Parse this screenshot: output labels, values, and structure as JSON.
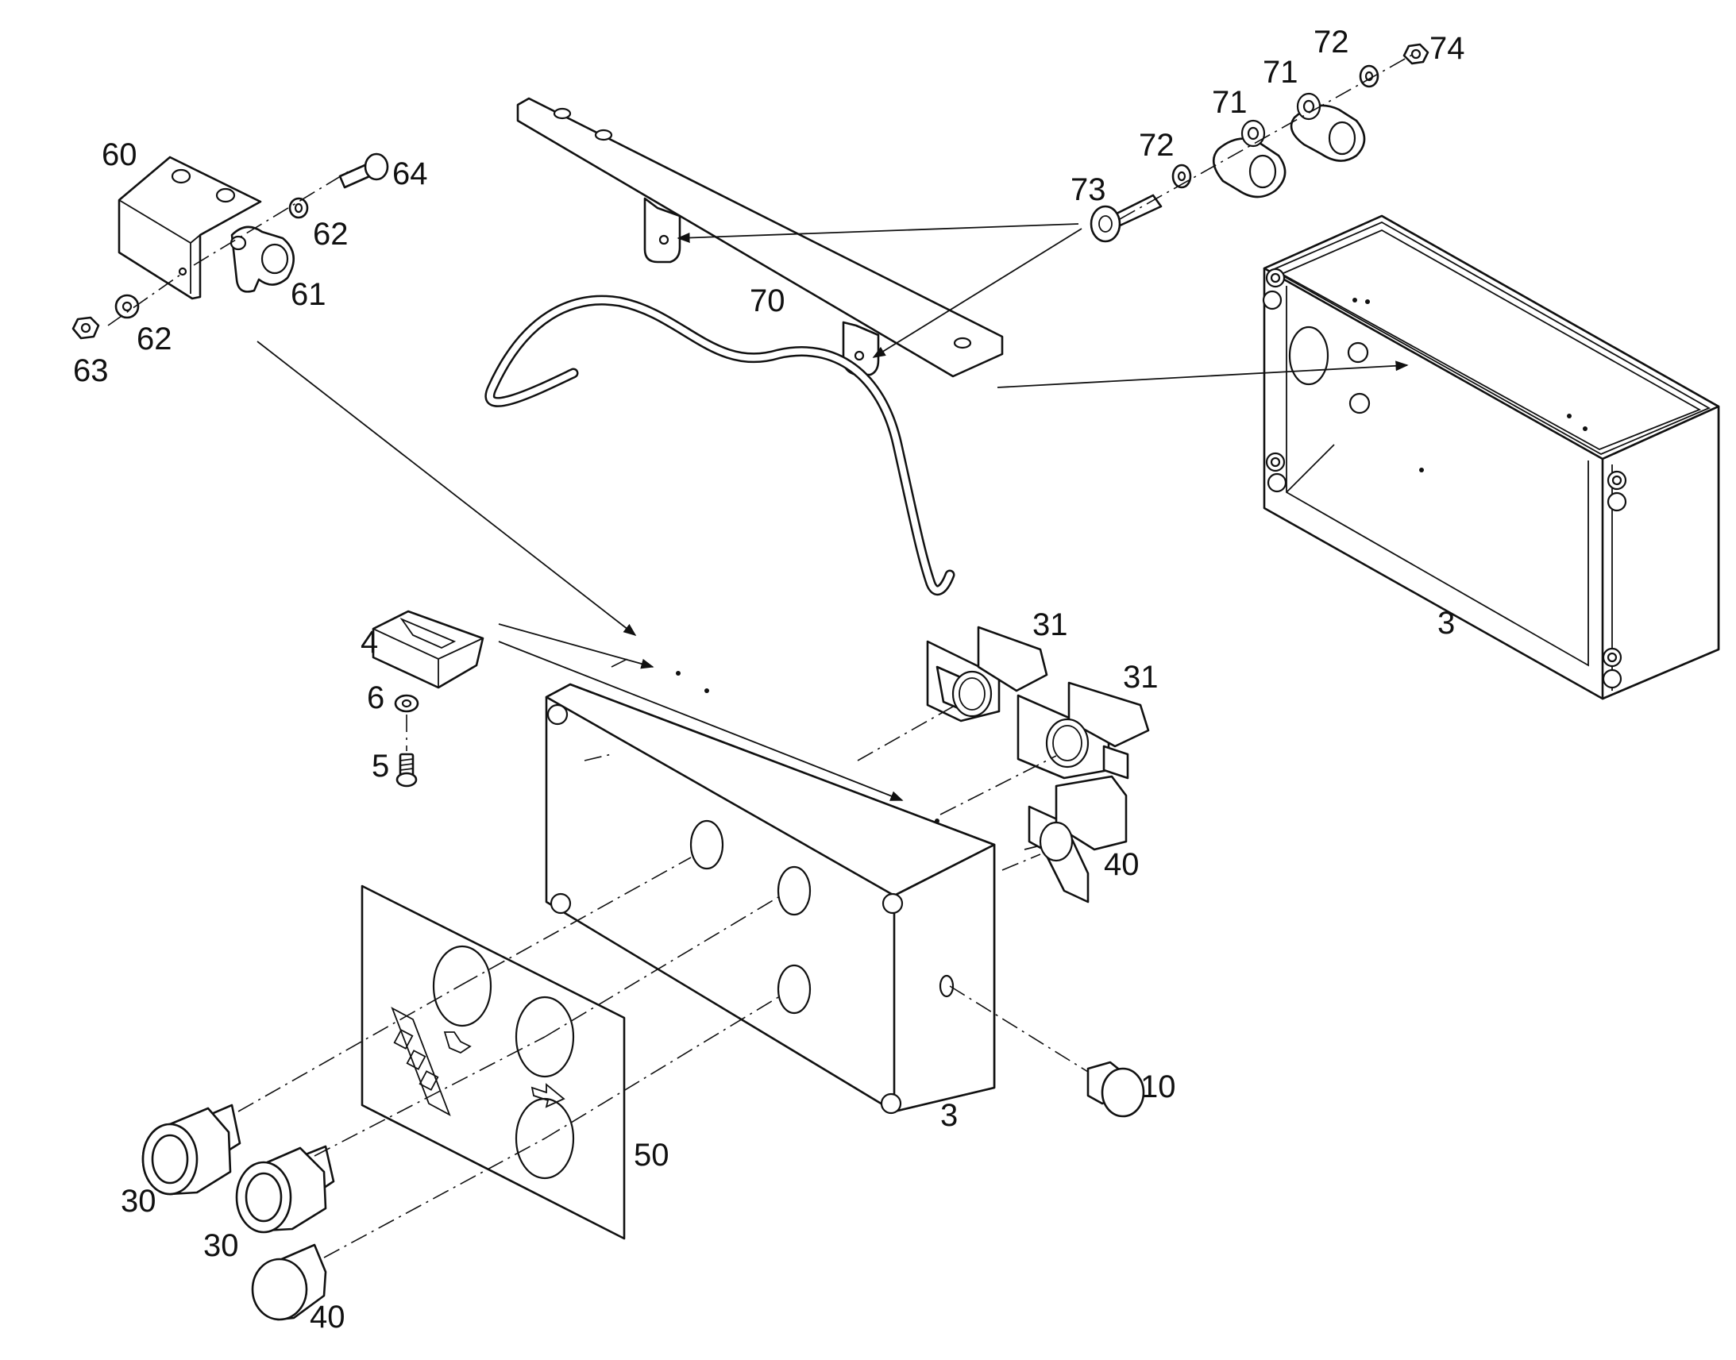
{
  "callouts": {
    "c60": "60",
    "c64": "64",
    "c62a": "62",
    "c61": "61",
    "c62b": "62",
    "c63": "63",
    "c70": "70",
    "c73": "73",
    "c72a": "72",
    "c71a": "71",
    "c71b": "71",
    "c72b": "72",
    "c74": "74",
    "c3a": "3",
    "c3b": "3",
    "c4": "4",
    "c6": "6",
    "c5": "5",
    "c31a": "31",
    "c31b": "31",
    "c40a": "40",
    "c40b": "40",
    "c10": "10",
    "c50": "50",
    "c30a": "30",
    "c30b": "30"
  }
}
